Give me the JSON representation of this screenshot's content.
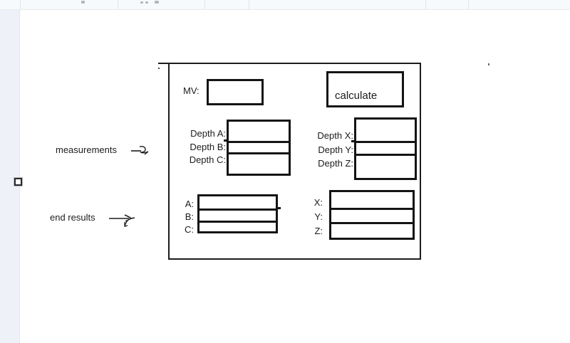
{
  "annotations": {
    "measurements_label": "measurements",
    "end_results_label": "end results"
  },
  "form": {
    "mv_label": "MV:",
    "mv_value": "",
    "calculate_label": "calculate",
    "depth_left": [
      {
        "label": "Depth A:",
        "value": ""
      },
      {
        "label": "Depth B:",
        "value": ""
      },
      {
        "label": "Depth C:",
        "value": ""
      }
    ],
    "depth_right": [
      {
        "label": "Depth X:",
        "value": ""
      },
      {
        "label": "Depth Y:",
        "value": ""
      },
      {
        "label": "Depth Z:",
        "value": ""
      }
    ],
    "results_left": [
      {
        "label": "A:",
        "value": ""
      },
      {
        "label": "B:",
        "value": ""
      },
      {
        "label": "C:",
        "value": ""
      }
    ],
    "results_right": [
      {
        "label": "X:",
        "value": ""
      },
      {
        "label": "Y:",
        "value": ""
      },
      {
        "label": "Z:",
        "value": ""
      }
    ]
  },
  "colors": {
    "ink": "#1c1c1c",
    "rail": "#eef2f8",
    "topbar": "#f7fafc",
    "divider": "#e2e5ea"
  }
}
